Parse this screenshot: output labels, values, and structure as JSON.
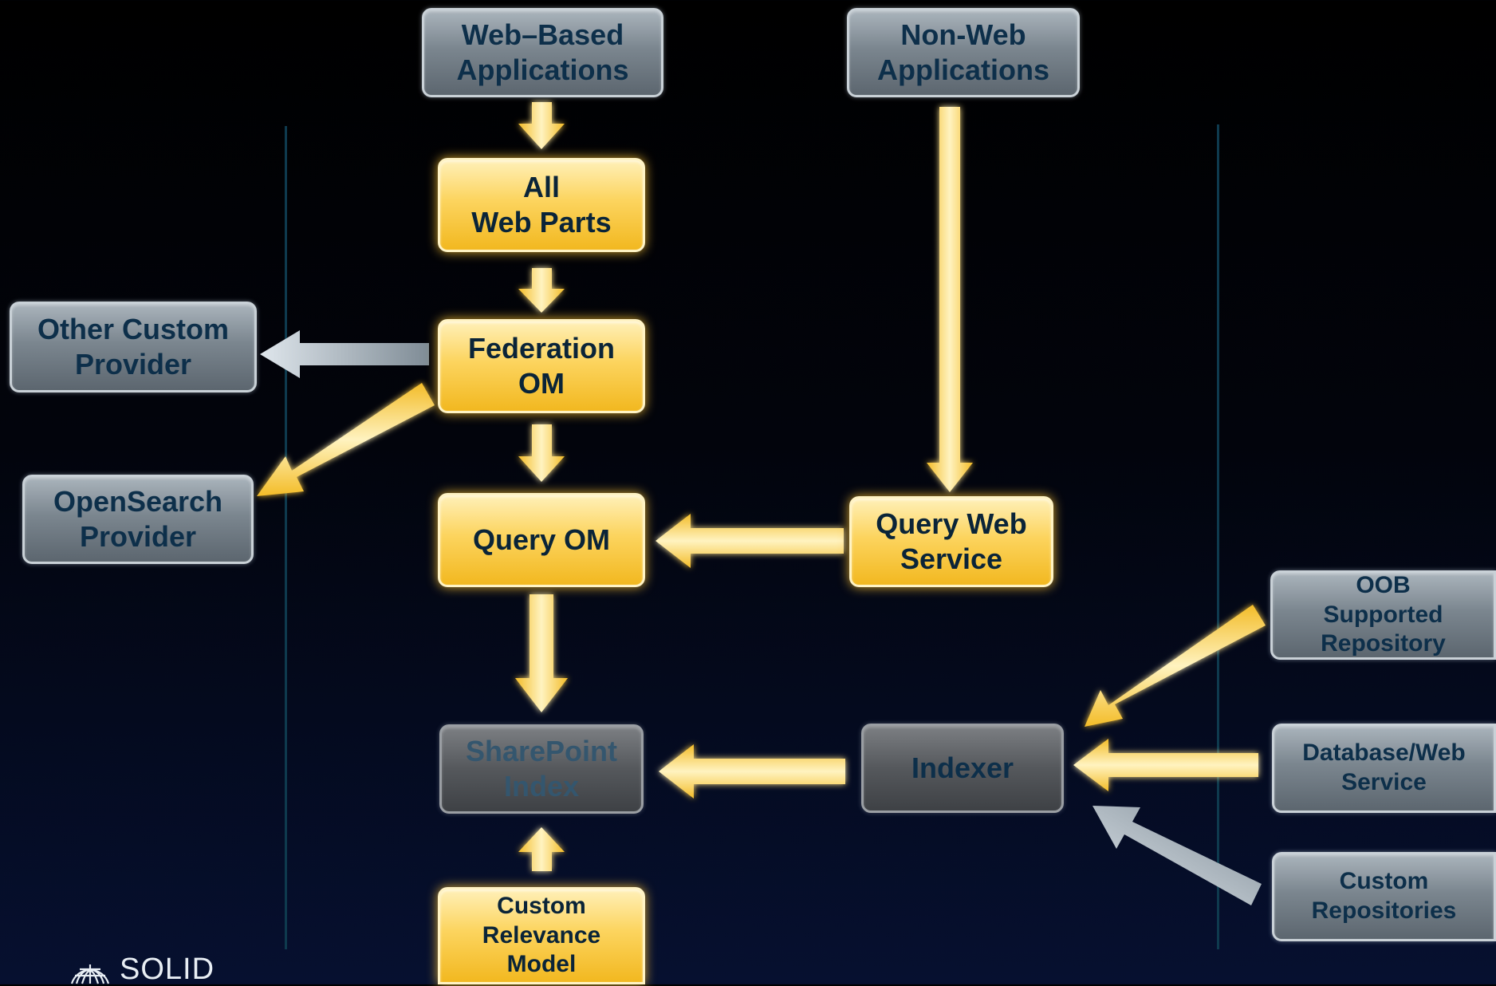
{
  "nodes": {
    "web_based_apps": "Web–Based\nApplications",
    "non_web_apps": "Non-Web\nApplications",
    "all_web_parts": "All\nWeb Parts",
    "federation_om": "Federation\nOM",
    "other_custom_provider": "Other Custom\nProvider",
    "opensearch_provider": "OpenSearch\nProvider",
    "query_om": "Query OM",
    "query_web_service": "Query Web\nService",
    "sharepoint_index": "SharePoint\nIndex",
    "indexer": "Indexer",
    "custom_relevance_model": "Custom\nRelevance\nModel",
    "oob_supported_repository": "OOB\nSupported\nRepository",
    "database_web_service": "Database/Web\nService",
    "custom_repositories": "Custom\nRepositories"
  },
  "logo": {
    "text": "SOLID"
  },
  "colors": {
    "gold": "#fcd45e",
    "gray": "#7b868f",
    "dark": "#55585c",
    "text": "#0d2f4a",
    "background": "#02040c"
  }
}
